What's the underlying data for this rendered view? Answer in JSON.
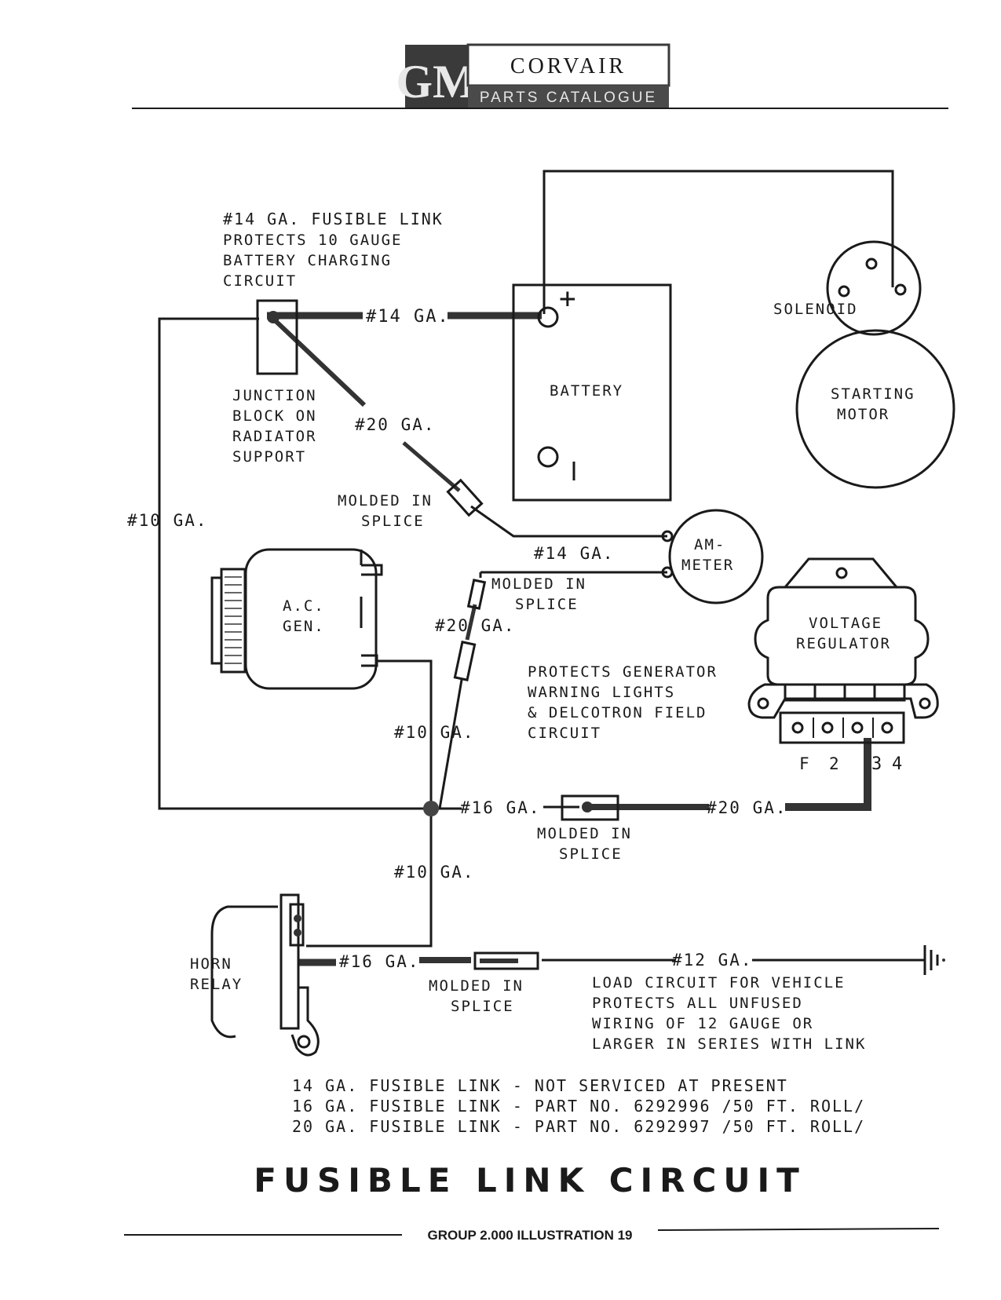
{
  "header": {
    "logo": "GM",
    "brand": "CORVAIR",
    "subtitle": "PARTS CATALOGUE"
  },
  "labels": {
    "fusible_note": [
      "#14 GA. FUSIBLE LINK",
      "PROTECTS 10 GAUGE",
      "BATTERY CHARGING",
      "CIRCUIT"
    ],
    "ga14_top": "#14 GA.",
    "battery": "BATTERY",
    "battery_plus": "+",
    "solenoid": "SOLENOID",
    "starting_motor": [
      "STARTING",
      "MOTOR"
    ],
    "junction_block": [
      "JUNCTION",
      "BLOCK ON",
      "RADIATOR",
      "SUPPORT"
    ],
    "ga20_a": "#20 GA.",
    "splice_a": [
      "MOLDED IN",
      "SPLICE"
    ],
    "ga10_left": "#10 GA.",
    "ammeter": [
      "AM-",
      "METER"
    ],
    "ga14_amm": "#14 GA.",
    "splice_b": [
      "MOLDED IN",
      "SPLICE"
    ],
    "generator": [
      "A.C.",
      "GEN."
    ],
    "ga20_b": "#20 GA.",
    "voltage_regulator": [
      "VOLTAGE",
      "REGULATOR"
    ],
    "protects_note": [
      "PROTECTS GENERATOR",
      "WARNING LIGHTS",
      "& DELCOTRON FIELD",
      "CIRCUIT"
    ],
    "ga10_mid": "#10 GA.",
    "terminals": [
      "F",
      "2",
      "3",
      "4"
    ],
    "ga16_mid": "#16 GA.",
    "ga20_c": "#20 GA.",
    "splice_c": [
      "MOLDED IN",
      "SPLICE"
    ],
    "ga10_low": "#10 GA.",
    "horn_relay": [
      "HORN",
      "RELAY"
    ],
    "ga16_low": "#16 GA.",
    "ga12": "#12 GA.",
    "splice_d": [
      "MOLDED IN",
      "SPLICE"
    ],
    "load_note": [
      "LOAD CIRCUIT FOR VEHICLE",
      "PROTECTS ALL UNFUSED",
      "WIRING OF 12 GAUGE OR",
      "LARGER IN SERIES WITH LINK"
    ]
  },
  "parts_list": [
    "14 GA. FUSIBLE LINK - NOT SERVICED AT PRESENT",
    "16 GA. FUSIBLE LINK - PART NO. 6292996 /50 FT. ROLL/",
    "20 GA. FUSIBLE LINK - PART NO. 6292997 /50 FT. ROLL/"
  ],
  "title": "FUSIBLE LINK CIRCUIT",
  "footer": "GROUP 2.000 ILLUSTRATION 19"
}
